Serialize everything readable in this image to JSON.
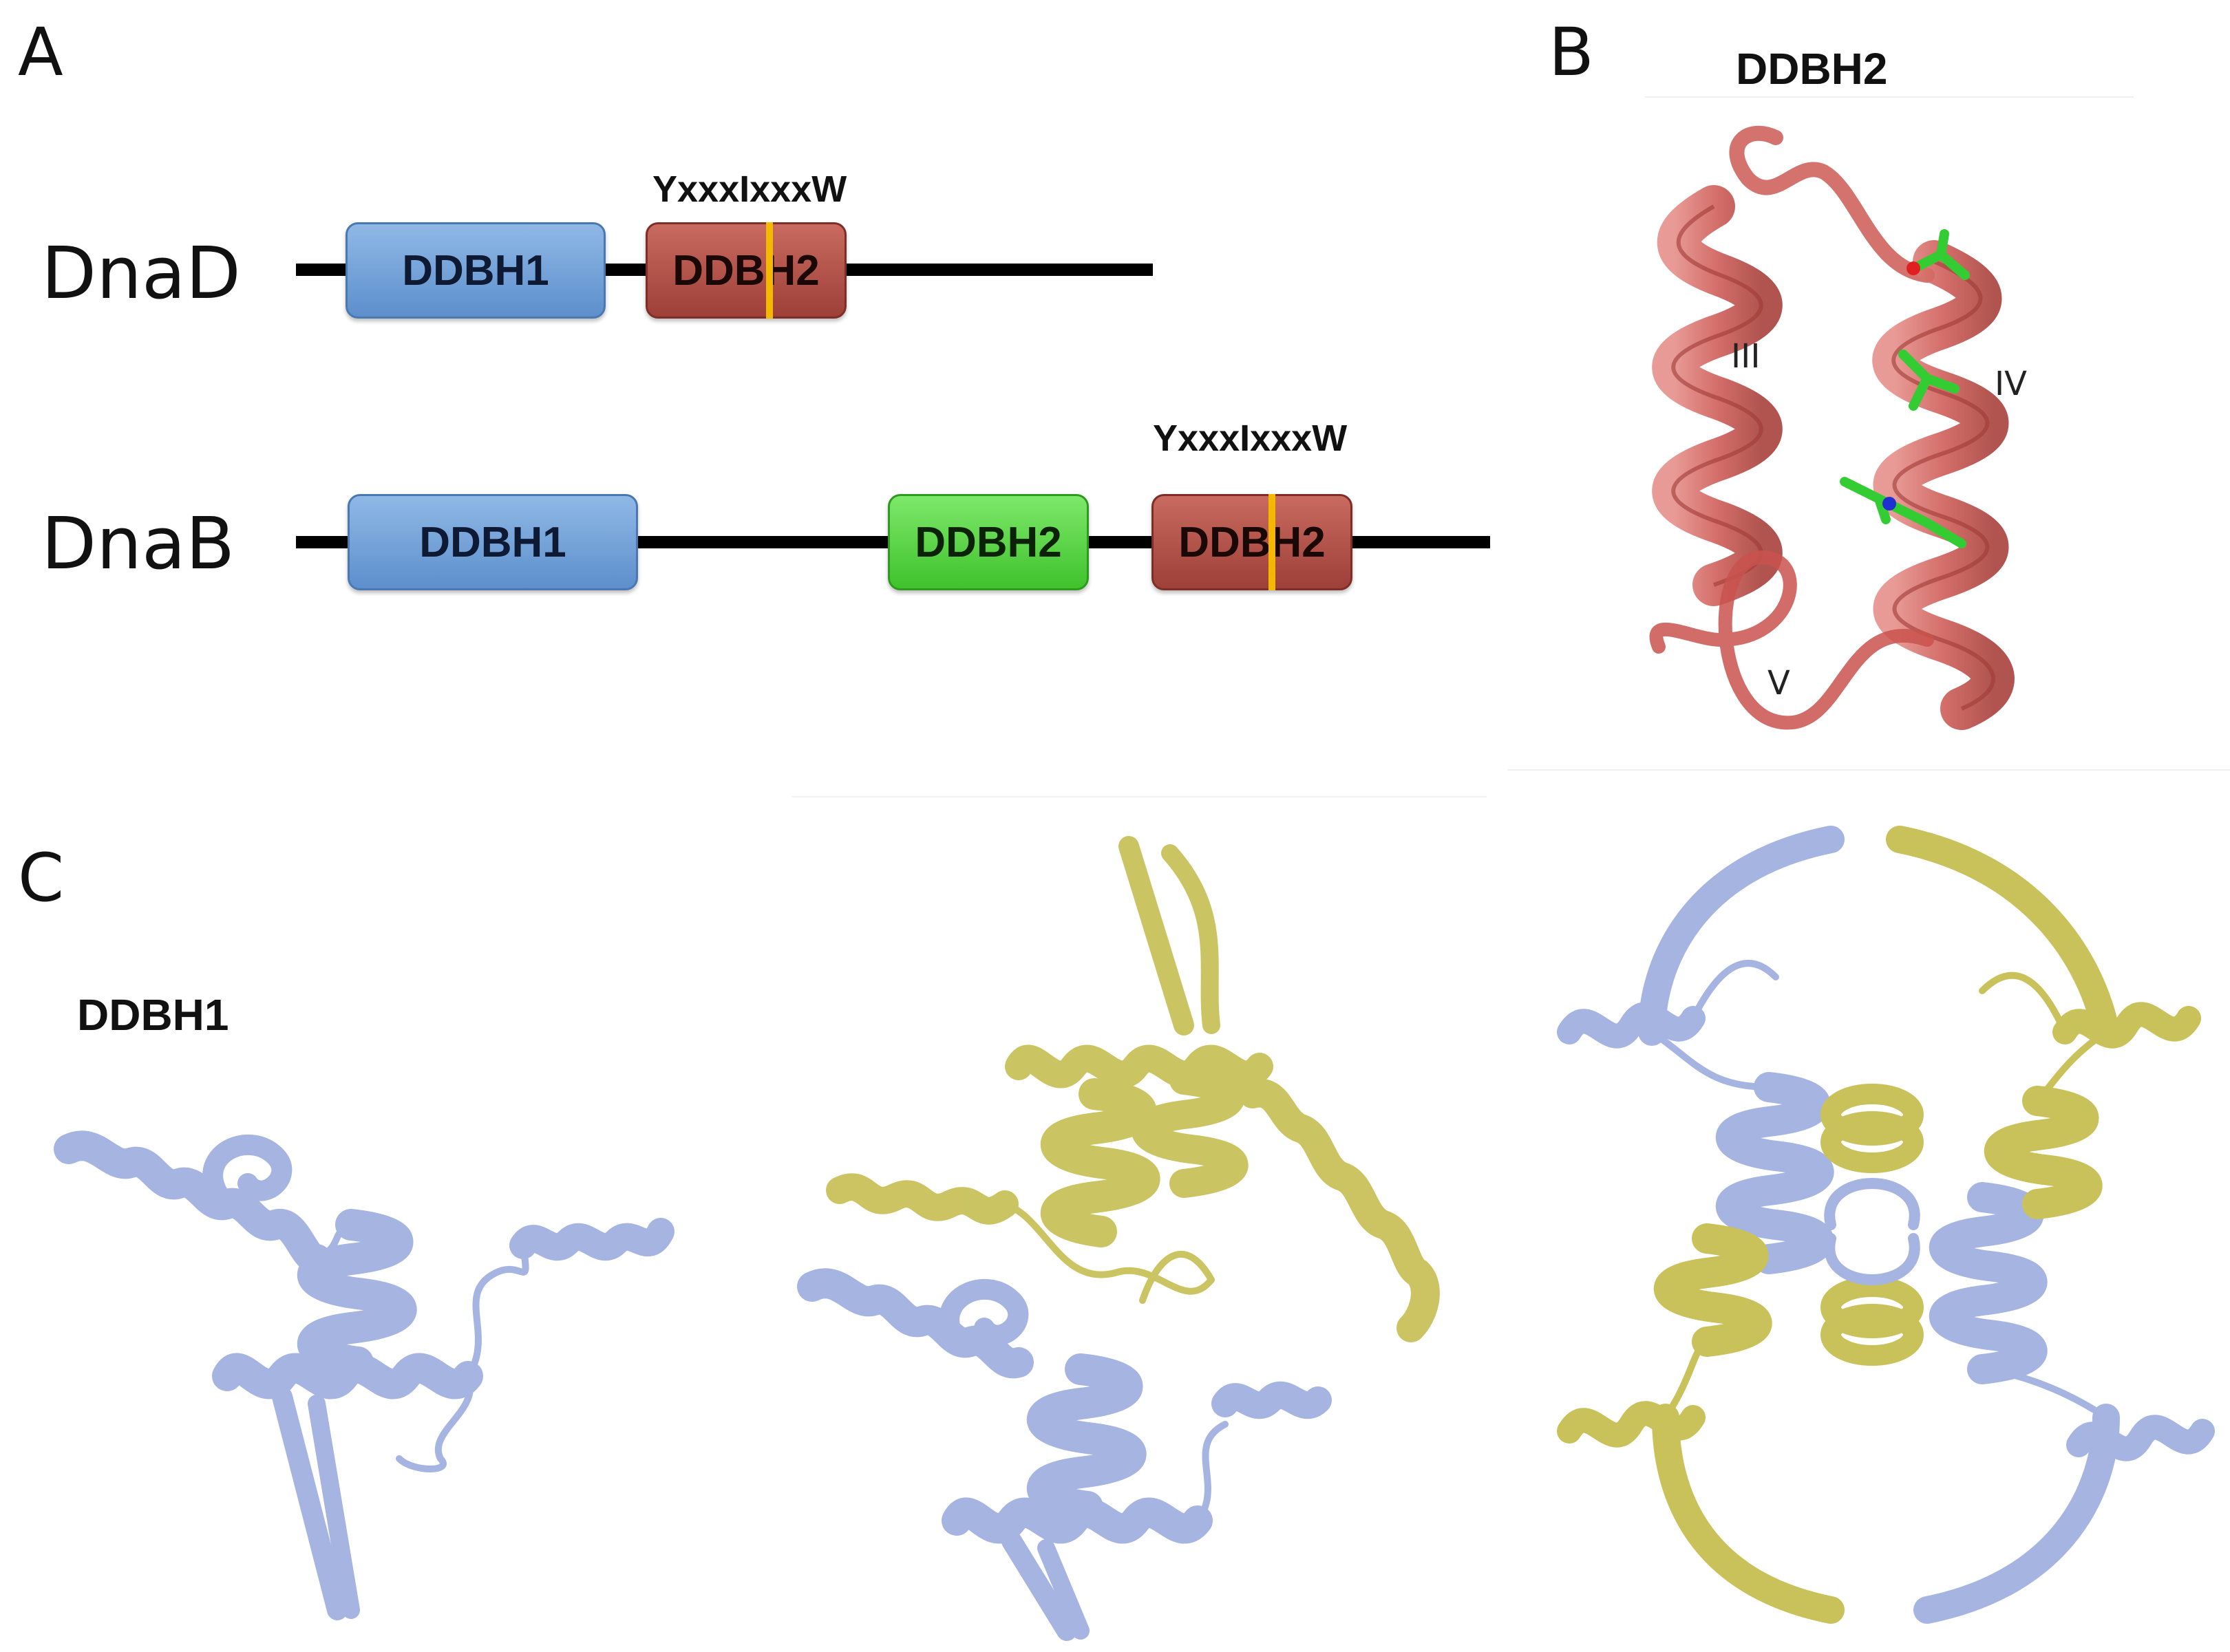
{
  "panels": {
    "a": "A",
    "b": "B",
    "c": "C"
  },
  "panel_a": {
    "dnad": {
      "name": "DnaD",
      "domains": [
        "DDBH1",
        "DDBH2"
      ],
      "motif": "YxxxIxxxW"
    },
    "dnab": {
      "name": "DnaB",
      "domains": [
        "DDBH1",
        "DDBH2",
        "DDBH2"
      ],
      "motif": "YxxxIxxxW"
    }
  },
  "panel_b": {
    "title": "DDBH2",
    "helix_labels": [
      "III",
      "IV",
      "V"
    ]
  },
  "panel_c": {
    "title": "DDBH1"
  },
  "colors": {
    "ddbh1_blue": "#6f9bd6",
    "ddbh2_red": "#b0524a",
    "ddbh2_green": "#55d640",
    "motif_orange": "#f5b800",
    "ribbon_red": "#d06a66",
    "ribbon_lavender": "#a6b4e2",
    "ribbon_olive": "#c9c15a",
    "sidechain_green": "#33cc33"
  }
}
